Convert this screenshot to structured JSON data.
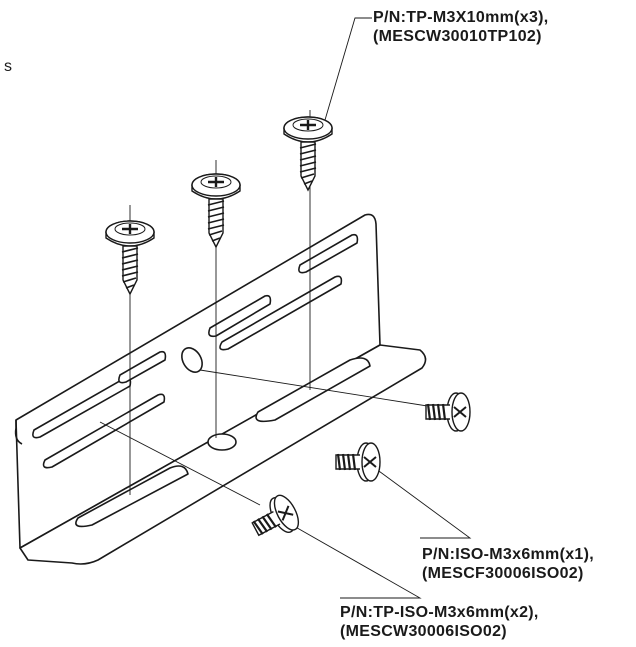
{
  "colors": {
    "line": "#1a1a1a",
    "fill": "#ffffff",
    "thread": "#555555"
  },
  "stray_text": "s",
  "callouts": {
    "tp_top": {
      "line1": "P/N:TP-M3X10mm(x3),",
      "line2": "(MESCW30010TP102)"
    },
    "iso": {
      "line1": "P/N:ISO-M3x6mm(x1),",
      "line2": "(MESCF30006ISO02)"
    },
    "tp_iso": {
      "line1": "P/N:TP-ISO-M3x6mm(x2),",
      "line2": "(MESCW30006ISO02)"
    }
  },
  "icons": [
    "screw-icon",
    "bracket-icon"
  ]
}
